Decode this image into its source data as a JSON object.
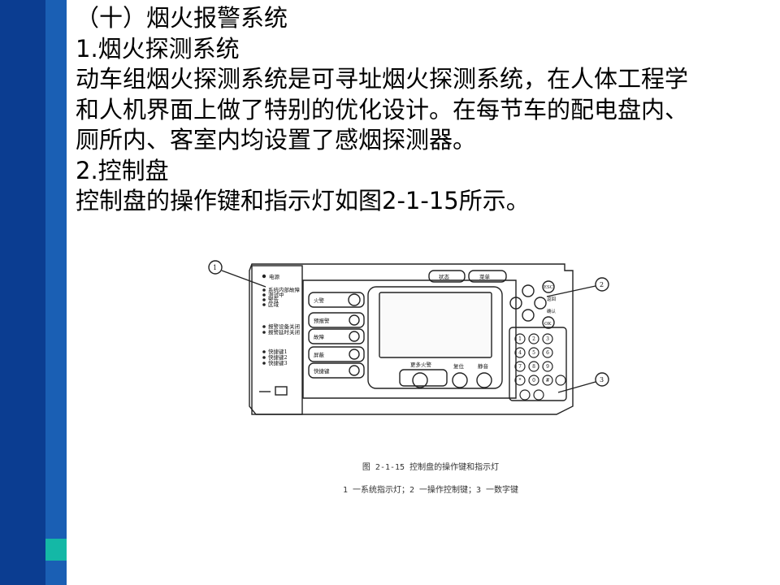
{
  "heading": "（十）烟火报警系统",
  "section1_title": "1.烟火探测系统",
  "para1_lines": [
    "动车组烟火探测系统是可寻址烟火探测系统，在人体工程学",
    "和人机界面上做了特别的优化设计。在每节车的配电盘内、",
    "厕所内、客室内均设置了感烟探测器。"
  ],
  "section2_title": "2.控制盘",
  "para2": "控制盘的操作键和指示灯如图2-1-15所示。",
  "figure": {
    "callouts": [
      "1",
      "2",
      "3"
    ],
    "indicators": {
      "power": "电源",
      "group1": [
        "系统内部故障",
        "测试中",
        "警告",
        "区域"
      ],
      "group2": [
        "报警设备关闭",
        "报警延时关闭"
      ],
      "group3": [
        "快捷键1",
        "快捷键2",
        "快捷键3"
      ]
    },
    "top_tabs": [
      "状态",
      "菜单"
    ],
    "left_buttons": [
      "火警",
      "预报警",
      "故障",
      "屏蔽",
      "快捷键"
    ],
    "bottom_buttons": {
      "more_fire": "更多火警",
      "reset": "复位",
      "silence": "静音"
    },
    "right_labels": {
      "esc": "ESC",
      "back": "返回",
      "confirm": "确认",
      "ok": "OK"
    },
    "keypad": [
      "1",
      "2",
      "3",
      "4",
      "5",
      "6",
      "7",
      "8",
      "9",
      "*",
      "0",
      "#"
    ]
  },
  "caption_title": "图 2-1-15 控制盘的操作键和指示灯",
  "caption_legend": "1 一系统指示灯；2 一操作控制键；3 一数字键"
}
